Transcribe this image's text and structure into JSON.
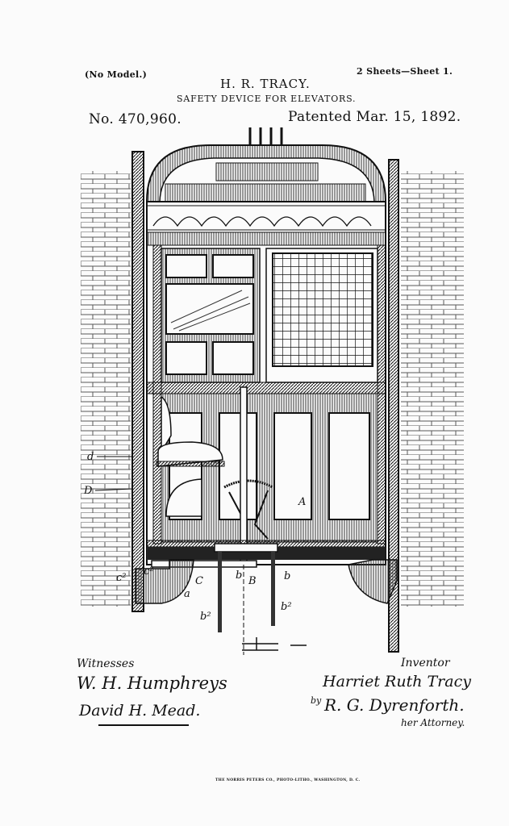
{
  "header": {
    "model_note": "(No Model.)",
    "sheet_info": "2 Sheets—Sheet 1.",
    "inventor_name": "H. R. TRACY.",
    "title": "SAFETY DEVICE FOR ELEVATORS.",
    "patent_number": "No. 470,960.",
    "patent_date": "Patented Mar. 15, 1892."
  },
  "figure": {
    "reference_letters": {
      "d": "d",
      "D": "D",
      "A": "A",
      "c2_left": "c²",
      "c2_right": "c²",
      "C": "C",
      "a": "a",
      "b_small": "b",
      "B": "B",
      "b": "b",
      "b2_left": "b²",
      "b2_right": "b²"
    }
  },
  "signatures": {
    "witnesses_label": "Witnesses",
    "witness_1": "W. H. Humphreys",
    "witness_2": "David H. Mead.",
    "inventor_label": "Inventor",
    "inventor_signature": "Harriet Ruth Tracy",
    "by_label": "by",
    "attorney_signature": "R. G. Dyrenforth.",
    "attorney_label": "her Attorney."
  },
  "footer": {
    "printer": "THE NORRIS PETERS CO., PHOTO-LITHO., WASHINGTON, D. C."
  }
}
